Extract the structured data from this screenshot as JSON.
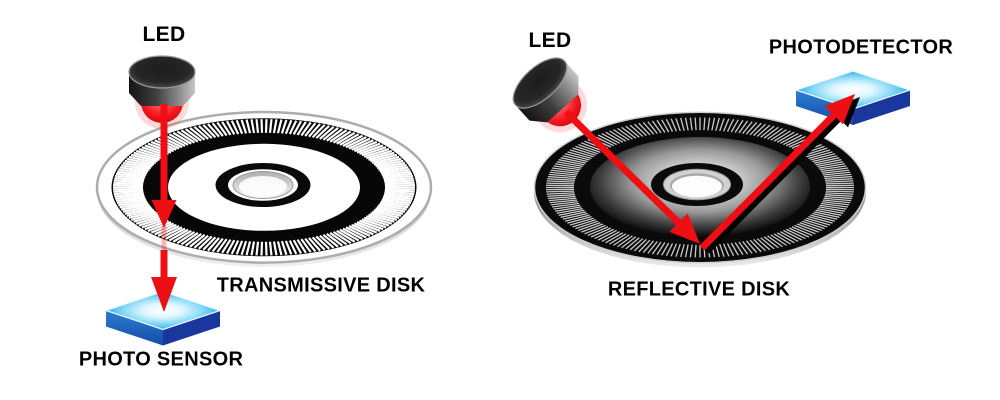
{
  "colors": {
    "background": "#ffffff",
    "beam_red": "#ee0f15",
    "chip_top_blue": "#29abe2",
    "chip_side_blue": "#19379d",
    "label_text": "#000000"
  },
  "left": {
    "led_label": "LED",
    "disk_label": "TRANSMISSIVE DISK",
    "sensor_label": "PHOTO SENSOR"
  },
  "right": {
    "led_label": "LED",
    "detector_label": "PHOTODETECTOR",
    "disk_label": "REFLECTIVE DISK"
  }
}
